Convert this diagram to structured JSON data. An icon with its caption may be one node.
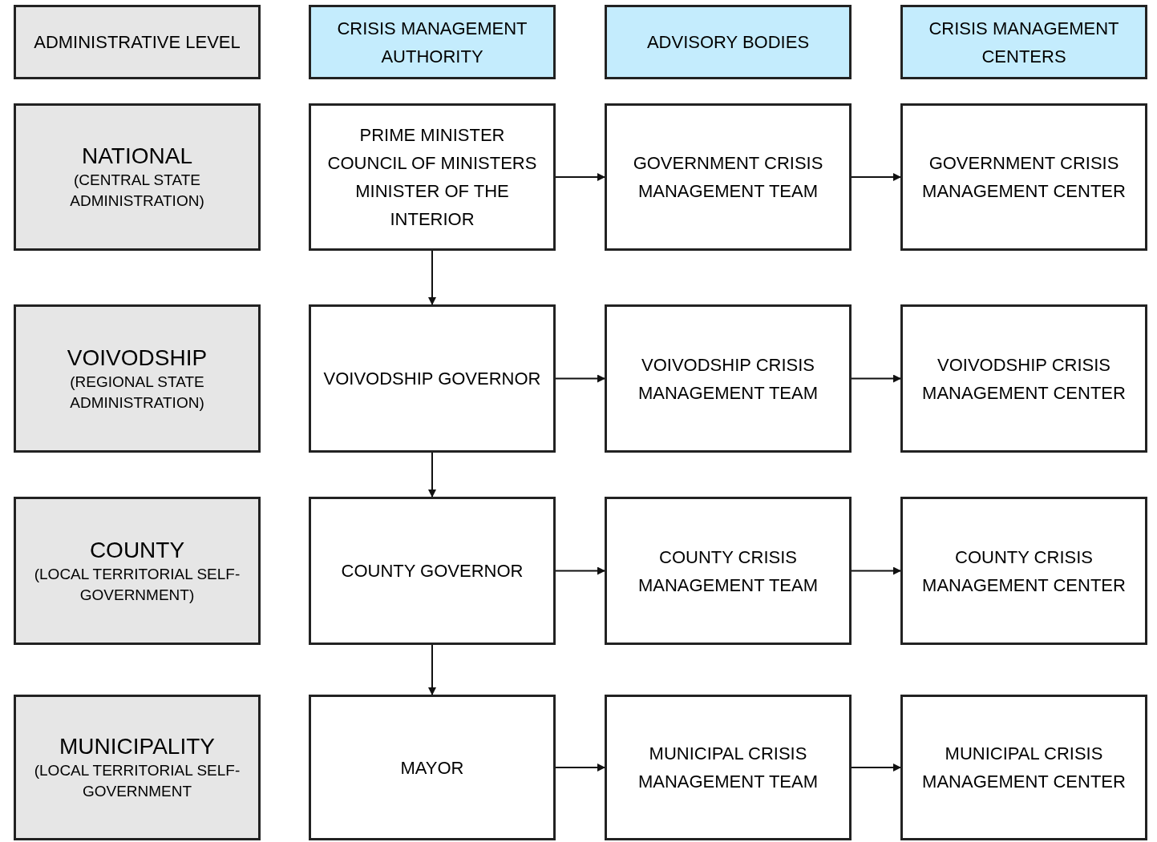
{
  "diagram": {
    "nodes": [
      {
        "text": [
          "ADMINISTRATIVE LEVEL"
        ]
      },
      {
        "text": [
          "CRISIS MANAGEMENT AUTHORITY"
        ]
      },
      {
        "text": [
          "ADVISORY BODIES"
        ]
      },
      {
        "text": [
          "CRISIS MANAGEMENT CENTERS"
        ]
      },
      {
        "text": [
          "NATIONAL",
          "(CENTRAL STATE ADMINISTRATION)"
        ]
      },
      {
        "text": [
          "PRIME MINISTER",
          "COUNCIL OF MINISTERS",
          "MINISTER OF THE INTERIOR"
        ]
      },
      {
        "text": [
          "GOVERNMENT CRISIS MANAGEMENT TEAM"
        ]
      },
      {
        "text": [
          "GOVERNMENT CRISIS MANAGEMENT CENTER"
        ]
      },
      {
        "text": [
          "VOIVODSHIP",
          "(REGIONAL STATE ADMINISTRATION)"
        ]
      },
      {
        "text": [
          "VOIVODSHIP GOVERNOR"
        ]
      },
      {
        "text": [
          "VOIVODSHIP CRISIS MANAGEMENT TEAM"
        ]
      },
      {
        "text": [
          "VOIVODSHIP CRISIS MANAGEMENT CENTER"
        ]
      },
      {
        "text": [
          "COUNTY",
          "(LOCAL TERRITORIAL SELF-GOVERNMENT)"
        ]
      },
      {
        "text": [
          "COUNTY GOVERNOR"
        ]
      },
      {
        "text": [
          "COUNTY CRISIS MANAGEMENT TEAM"
        ]
      },
      {
        "text": [
          "COUNTY CRISIS MANAGEMENT CENTER"
        ]
      },
      {
        "text": [
          "MUNICIPALITY",
          "(LOCAL TERRITORIAL SELF-GOVERNMENT"
        ]
      },
      {
        "text": [
          "MAYOR"
        ]
      },
      {
        "text": [
          "MUNICIPAL CRISIS MANAGEMENT TEAM"
        ]
      },
      {
        "text": [
          "MUNICIPAL CRISIS MANAGEMENT CENTER"
        ]
      }
    ],
    "edges": [
      {
        "from": 5,
        "to": 6,
        "arrow": "to"
      },
      {
        "from": 6,
        "to": 7,
        "arrow": "to"
      },
      {
        "from": 5,
        "to": 9,
        "arrow": "to"
      },
      {
        "from": 9,
        "to": 10,
        "arrow": "to"
      },
      {
        "from": 10,
        "to": 11,
        "arrow": "to"
      },
      {
        "from": 9,
        "to": 13,
        "arrow": "to"
      },
      {
        "from": 13,
        "to": 14,
        "arrow": "to"
      },
      {
        "from": 14,
        "to": 15,
        "arrow": "to"
      },
      {
        "from": 13,
        "to": 17,
        "arrow": "to"
      },
      {
        "from": 17,
        "to": 18,
        "arrow": "to"
      },
      {
        "from": 18,
        "to": 19,
        "arrow": "to"
      }
    ]
  }
}
